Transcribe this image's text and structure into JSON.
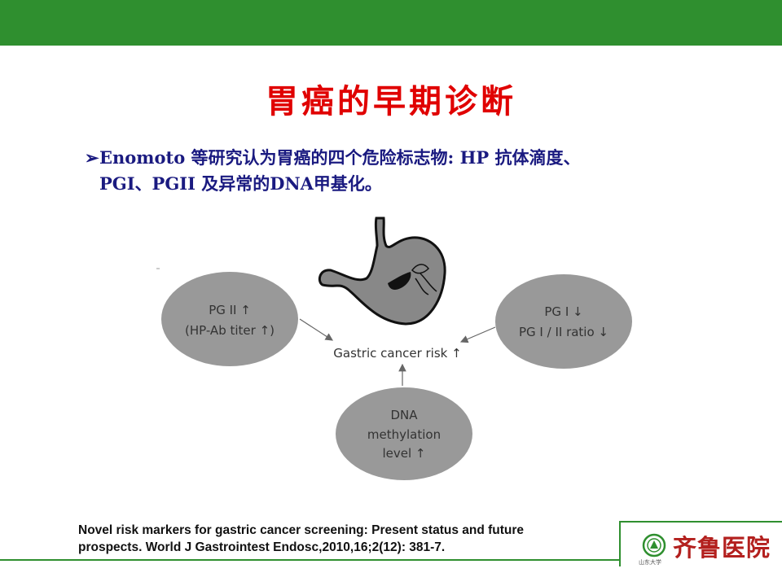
{
  "slide": {
    "title": "胃癌的早期诊断",
    "bullet_marker": "➢",
    "bullet_line1": "Enomoto 等研究认为胃癌的四个危险标志物: HP 抗体滴度、",
    "bullet_line2": "PGI、PGII 及异常的DNA甲基化。"
  },
  "diagram": {
    "left_oval_line1": "PG II ↑",
    "left_oval_line2": "(HP-Ab titer ↑)",
    "right_oval_line1": "PG I ↓",
    "right_oval_line2": "PG I / II ratio ↓",
    "bottom_oval_line1": "DNA",
    "bottom_oval_line2": "methylation",
    "bottom_oval_line3": "level ↑",
    "center_label": "Gastric cancer risk ↑"
  },
  "citation": {
    "line1": "Novel risk markers for gastric cancer screening: Present status and future",
    "line2": "prospects. World J Gastrointest Endosc,2010,16;2(12): 381-7."
  },
  "logo": {
    "name": "齐鲁医院",
    "subtitle": "山东大学"
  },
  "colors": {
    "bar_green": "#2f8f2f",
    "title_red": "#e00000",
    "text_navy": "#1a1a80",
    "oval_gray": "#999999"
  }
}
